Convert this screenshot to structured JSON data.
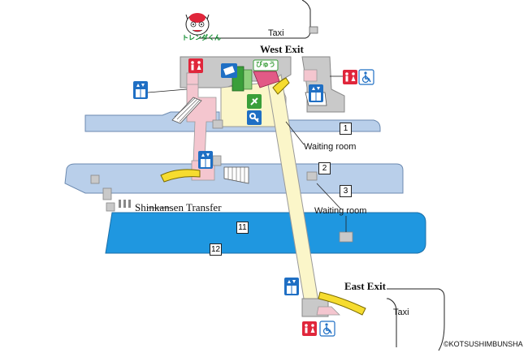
{
  "labels": {
    "west_exit": "West Exit",
    "east_exit": "East Exit",
    "taxi_west": "Taxi",
    "taxi_east": "Taxi",
    "waiting_room_1": "Waiting room",
    "waiting_room_2": "Waiting room",
    "shinkansen_transfer": "Shinkansen Transfer",
    "copyright": "©KOTSUSHIMBUNSHA",
    "mascot_name": "トレンダくん",
    "shop_sign": "びゅう"
  },
  "platforms": [
    {
      "id": "p1",
      "number": "1"
    },
    {
      "id": "p2",
      "number": "2"
    },
    {
      "id": "p3",
      "number": "3"
    },
    {
      "id": "p11",
      "number": "11"
    },
    {
      "id": "p12",
      "number": "12"
    }
  ],
  "icons": [
    "toilet-icon",
    "wheelchair-icon",
    "elevator-icon",
    "ticket-machine-icon",
    "green-window-icon",
    "key-icon",
    "escalator-icon",
    "mascot-logo"
  ],
  "colors": {
    "platform_conventional": "#b9cfea",
    "platform_shinkansen": "#1f97e0",
    "concourse": "#fbf6c9",
    "station_building": "#c9c9c9",
    "escalator": "#f6dc2f",
    "passage_pink": "#f4c6cf",
    "sign_blue": "#1f6fc4",
    "sign_green": "#3a9f3a",
    "toilet_red": "#e0263b"
  }
}
